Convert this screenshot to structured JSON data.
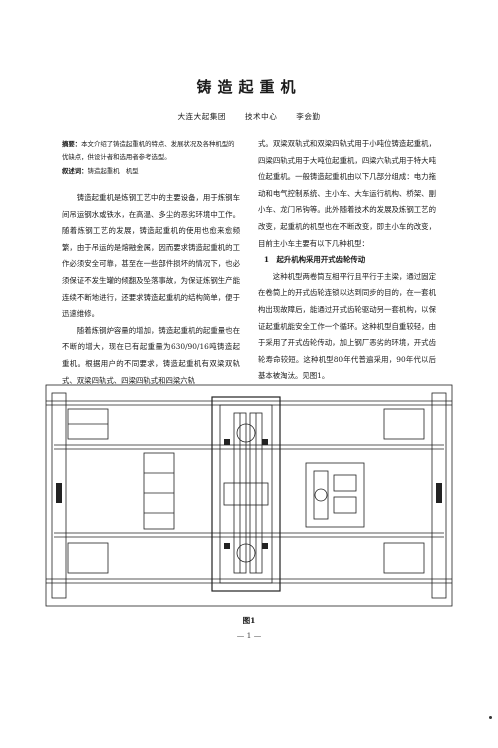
{
  "title": "铸造起重机",
  "authors": {
    "org": "大连大起集团",
    "dept": "技术中心",
    "name": "李会勤"
  },
  "abstract": {
    "label": "摘要：",
    "text": "本文介绍了铸造起重机的特点、发展状况及各种机型的优缺点，供设计者和选用者参考选型。",
    "keywords_label": "叙述词：",
    "keywords": "铸造起重机　机型"
  },
  "left_paragraphs": [
    "铸造起重机是炼钢工艺中的主要设备，用于炼钢车间吊运钢水或铁水，在高温、多尘的恶劣环境中工作。随着炼钢工艺的发展，铸造起重机的使用也愈来愈频繁，由于吊运的是熔融金属，因而要求铸造起重机的工作必须安全可靠，甚至在一些部件损坏的情况下，也必须保证不发生罐的倾翻及坠落事故，为保证炼钢生产能连续不断地进行，还要求铸造起重机的结构简单，便于迅速维修。",
    "随着炼钢炉容量的增加，铸造起重机的起重量也在不断的增大，现在已有起重量为630/90/16吨铸造起重机。根据用户的不同要求，铸造起重机有双梁双轨式、双梁四轨式、四梁四轨式和四梁六轨"
  ],
  "right_paragraphs_intro": "式。双梁双轨式和双梁四轨式用于小吨位铸造起重机，四梁四轨式用于大吨位起重机，四梁六轨式用于特大吨位起重机。一般铸造起重机由以下几部分组成：电力拖动和电气控制系统、主小车、大车运行机构、桥架、副小车、龙门吊钩等。此外随着技术的发展及炼钢工艺的改变，起重机的机型也在不断改变，即主小车的改变，目前主小车主要有以下几种机型：",
  "section": {
    "number": "1",
    "heading": "起升机构采用开式齿轮传动"
  },
  "right_paragraphs_after": "这种机型两卷筒互相平行且平行于主梁，通过固定在卷筒上的开式齿轮连锁以达到同步的目的，在一套机构出现故障后，能通过开式齿轮驱动另一套机构，以保证起重机能安全工作一个循环。这种机型自重较轻，由于采用了开式齿轮传动，加上钢厂恶劣的环境，开式齿轮寿命较短。这种机型80年代普遍采用，90年代以后基本被淘汰。见图1。",
  "figure": {
    "caption": "图1",
    "page_number": "— 1 —"
  }
}
